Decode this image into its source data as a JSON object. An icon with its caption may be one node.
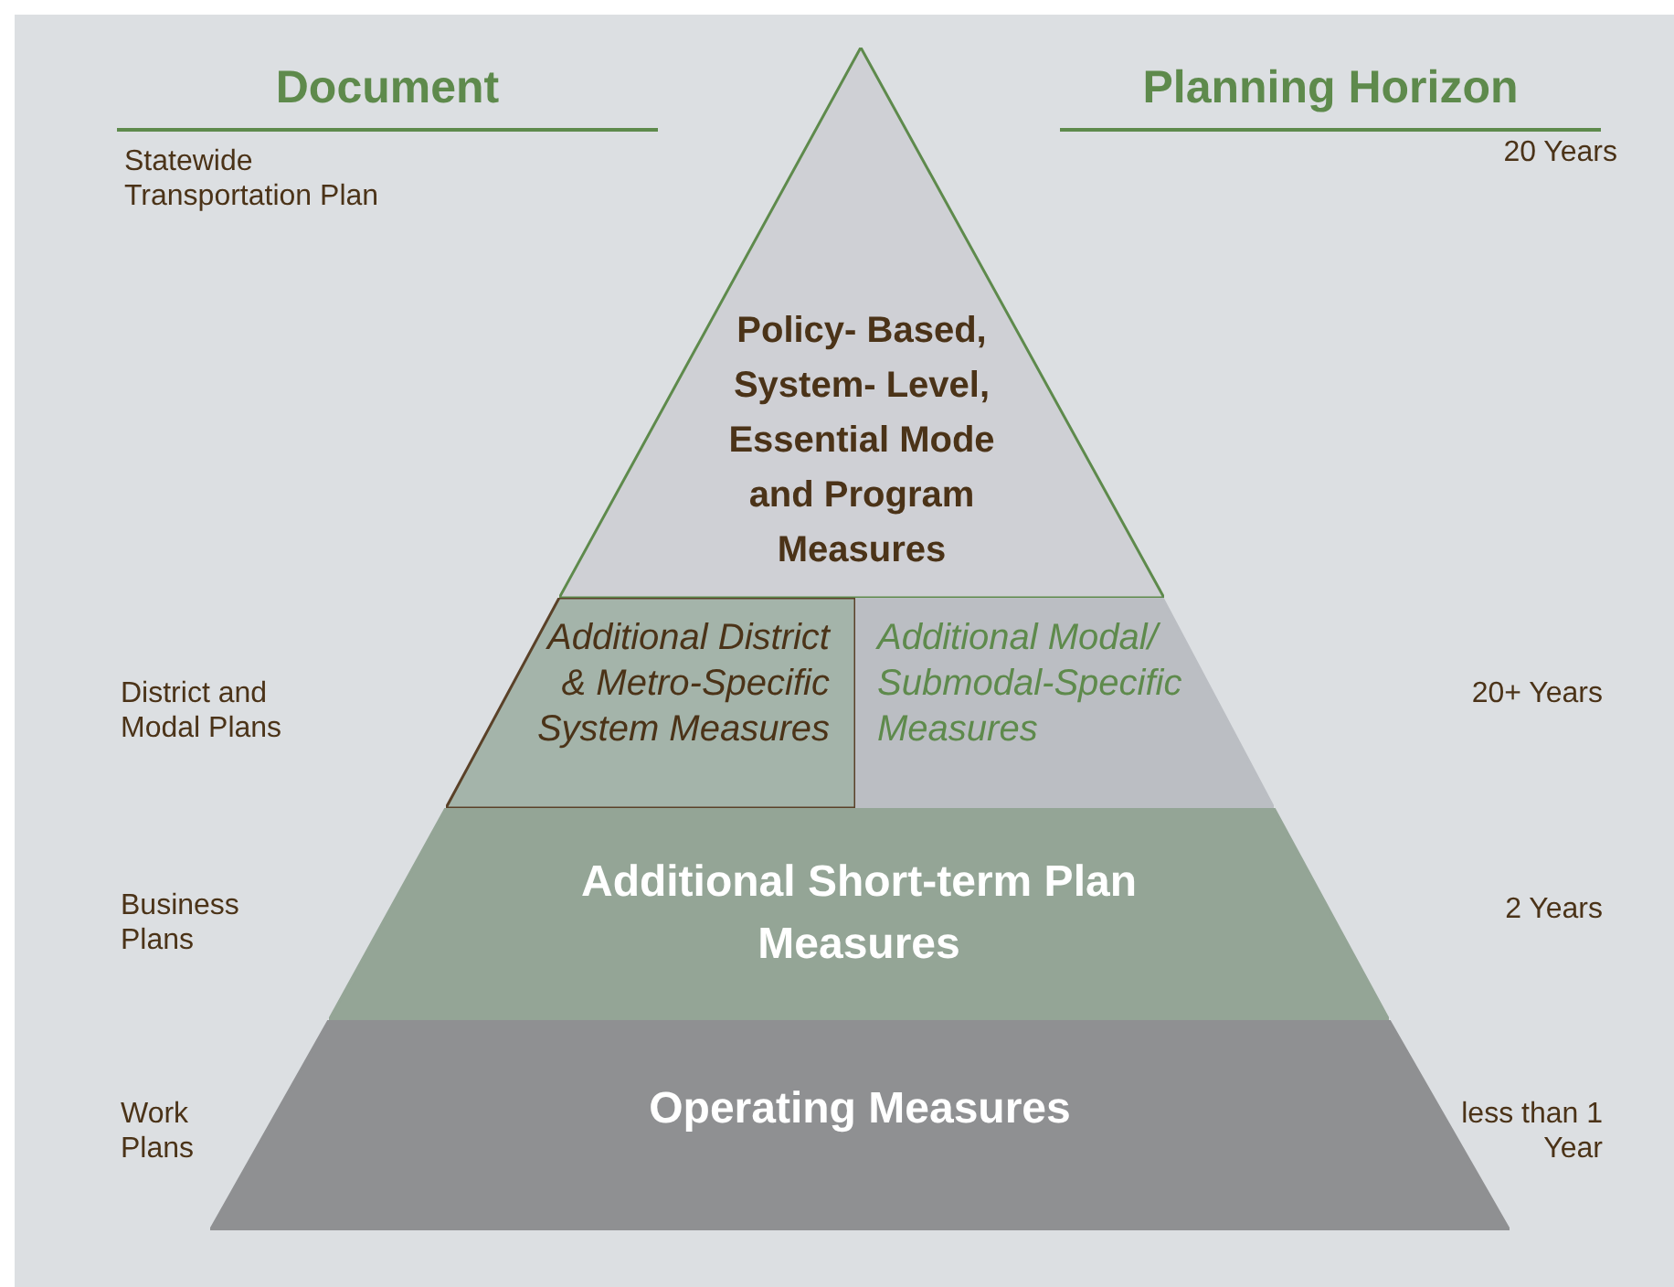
{
  "diagram": {
    "nodes": [
      {
        "text": [
          "Policy- Based, System- Level, Essential Mode and Program Measures"
        ]
      },
      {
        "text": [
          "Additional District & Metro-Specific System Measures"
        ]
      },
      {
        "text": [
          "Additional Modal/ Submodal-Specific Measures"
        ]
      },
      {
        "text": [
          "Additional Short-term Plan Measures"
        ]
      },
      {
        "text": [
          "Operating Measures"
        ]
      }
    ],
    "edges": [],
    "labels": [
      "Document",
      "Planning Horizon",
      "Statewide Transportation Plan",
      "20 Years",
      "District and Modal Plans",
      "20+ Years",
      "Business Plans",
      "2 Years",
      "Work Plans",
      "less than 1 Year"
    ]
  }
}
